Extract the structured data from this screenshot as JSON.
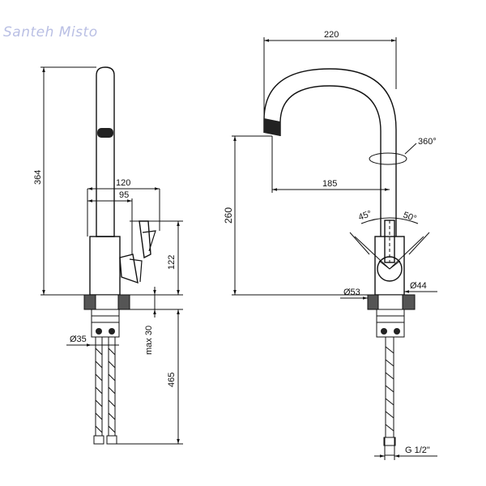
{
  "logo": {
    "text": "Santeh Misto",
    "color": "#b9bfe4"
  },
  "side_view": {
    "height_total": "364",
    "handle_reach": "120",
    "body_reach": "95",
    "handle_height": "122",
    "base_diameter": "Ø35",
    "max_thickness": "max 30",
    "hose_length": "465"
  },
  "front_view": {
    "spout_width": "220",
    "spout_reach": "185",
    "spout_height": "260",
    "rotation": "360°",
    "handle_angle_left": "45°",
    "handle_angle_right": "50°",
    "base_diameter": "Ø53",
    "body_diameter": "Ø44",
    "connection": "G 1/2\""
  }
}
